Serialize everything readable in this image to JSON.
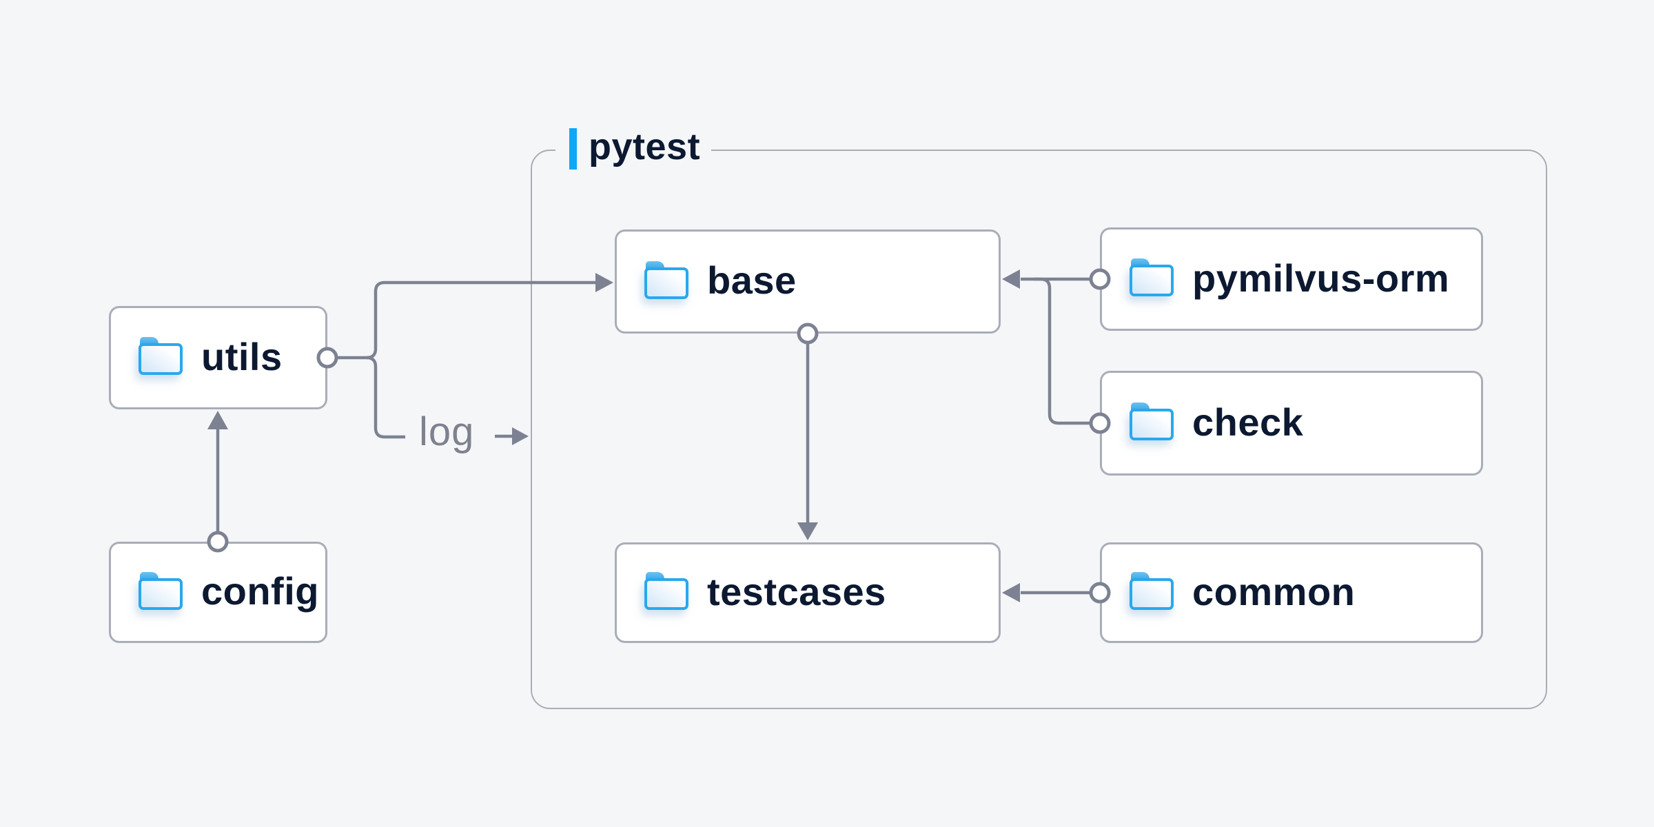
{
  "diagram": {
    "title_group": {
      "label": "pytest"
    },
    "nodes": {
      "utils": {
        "label": "utils",
        "icon": "folder-icon"
      },
      "config": {
        "label": "config",
        "icon": "folder-icon"
      },
      "base": {
        "label": "base",
        "icon": "folder-icon"
      },
      "pymilvus": {
        "label": "pymilvus-orm",
        "icon": "folder-icon"
      },
      "check": {
        "label": "check",
        "icon": "folder-icon"
      },
      "testcases": {
        "label": "testcases",
        "icon": "folder-icon"
      },
      "common": {
        "label": "common",
        "icon": "folder-icon"
      }
    },
    "edges": [
      {
        "from": "config",
        "to": "utils",
        "label": ""
      },
      {
        "from": "utils",
        "to": "base",
        "label": ""
      },
      {
        "from": "utils",
        "to": "pytest-group",
        "label": "log"
      },
      {
        "from": "pymilvus-orm",
        "to": "base",
        "label": ""
      },
      {
        "from": "check",
        "to": "base",
        "label": ""
      },
      {
        "from": "base",
        "to": "testcases",
        "label": ""
      },
      {
        "from": "common",
        "to": "testcases",
        "label": ""
      }
    ],
    "colors": {
      "background": "#f5f6f8",
      "node_fill": "#ffffff",
      "node_border": "#a9adb8",
      "connector": "#7d8292",
      "text": "#0c1931",
      "edge_label_text": "#7e828f",
      "accent_blue": "#12a7f4",
      "folder_border": "#29a8ec",
      "folder_tab": "#2b9ce1",
      "folder_fill": "#d7e9f9"
    }
  }
}
